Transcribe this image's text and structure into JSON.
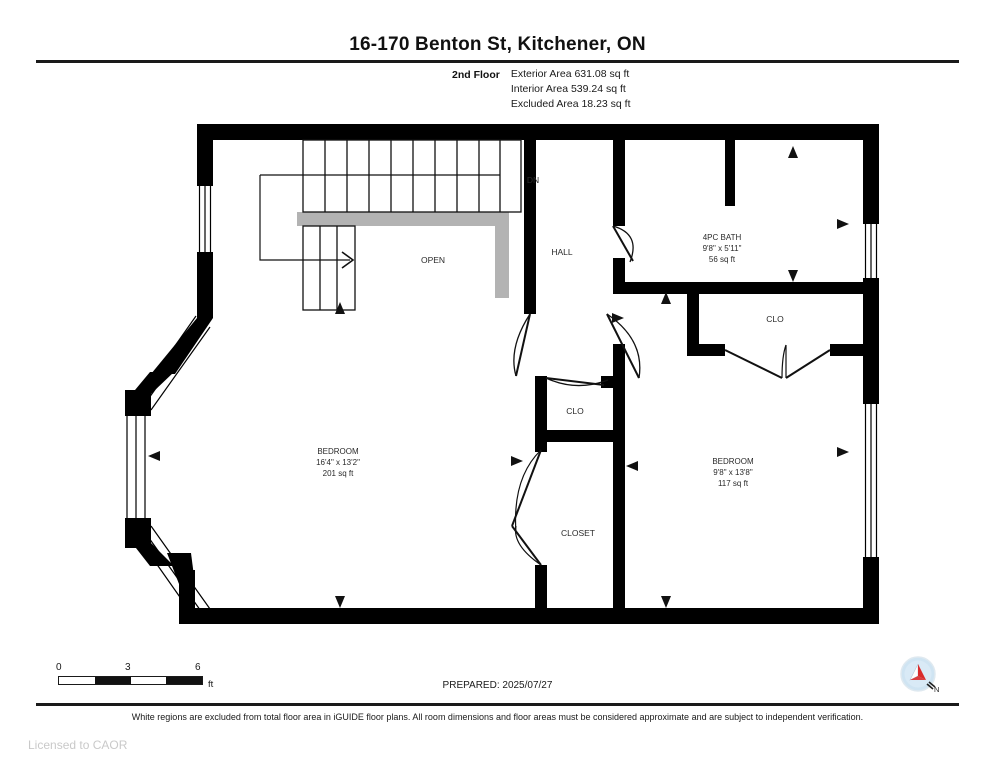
{
  "header": {
    "title": "16-170 Benton St, Kitchener, ON",
    "floor_label": "2nd Floor",
    "exterior_area": "Exterior Area 631.08 sq ft",
    "interior_area": "Interior Area 539.24 sq ft",
    "excluded_area": "Excluded Area 18.23 sq ft"
  },
  "rooms": [
    {
      "id": "bedroom-main",
      "name": "BEDROOM",
      "dimensions": "16'4\" x 13'2\"",
      "area": "201 sq ft"
    },
    {
      "id": "bedroom-secondary",
      "name": "BEDROOM",
      "dimensions": "9'8\" x 13'8\"",
      "area": "117 sq ft"
    },
    {
      "id": "bath-4pc",
      "name": "4PC BATH",
      "dimensions": "9'8\" x 5'11\"",
      "area": "56 sq ft"
    }
  ],
  "labels": {
    "dn": "DN",
    "hall": "HALL",
    "open": "OPEN",
    "clo_hall": "CLO",
    "clo_bedroom": "CLO",
    "closet": "CLOSET"
  },
  "scale": {
    "tick_0": "0",
    "tick_3": "3",
    "tick_6": "6",
    "unit": "ft"
  },
  "footer": {
    "prepared": "PREPARED: 2025/07/27",
    "disclaimer": "White regions are excluded from total floor area in iGUIDE floor plans. All room dimensions and floor areas must be considered approximate and are subject to independent verification.",
    "license": "Licensed to CAOR",
    "compass_north": "N"
  },
  "colors": {
    "wall": "#000000",
    "stair_fill": "#b3b3b3",
    "text": "#1a1a1a",
    "compass_disc": "#cfe4f2",
    "compass_needle_red": "#d92b2b",
    "license_gray": "#c9c9c9"
  }
}
